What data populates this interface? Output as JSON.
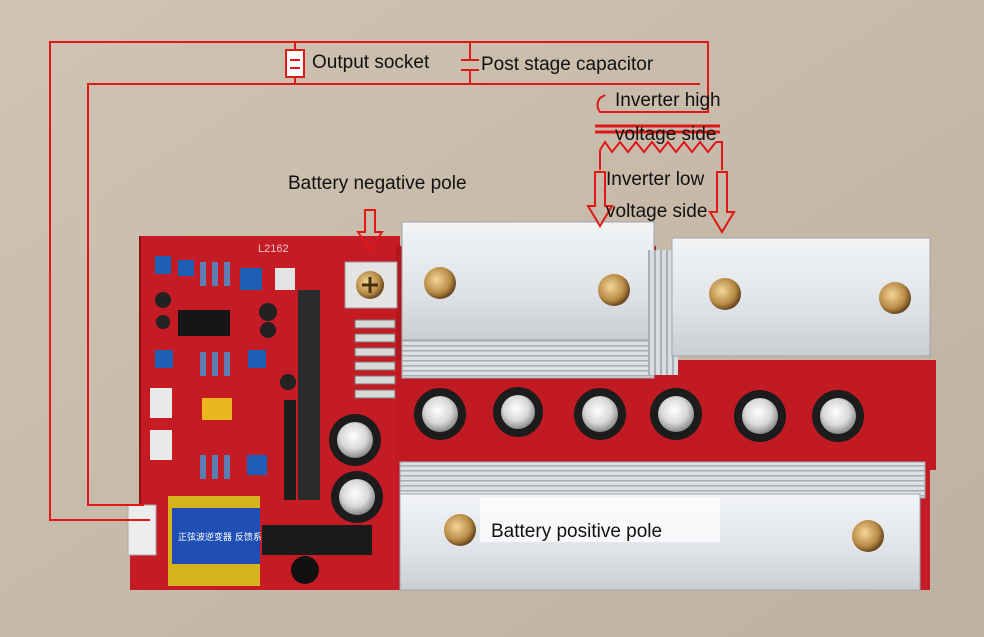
{
  "labels": {
    "output_socket": "Output socket",
    "post_capacitor": "Post stage capacitor",
    "inv_high_1": "Inverter high",
    "inv_high_2": "voltage side",
    "battery_negative": "Battery negative pole",
    "inv_low_1": "Inverter low",
    "inv_low_2": "voltage side",
    "battery_positive": "Battery positive pole"
  },
  "board": {
    "silkscreen": "L2162",
    "transformer_text": "正弦波逆变器 反馈系统专用"
  },
  "colors": {
    "wire": "#e01818",
    "background": "#c9bcac",
    "pcb": "#c61a24",
    "heatsink": "#e6e9ec",
    "label_box": "#ffffff"
  }
}
